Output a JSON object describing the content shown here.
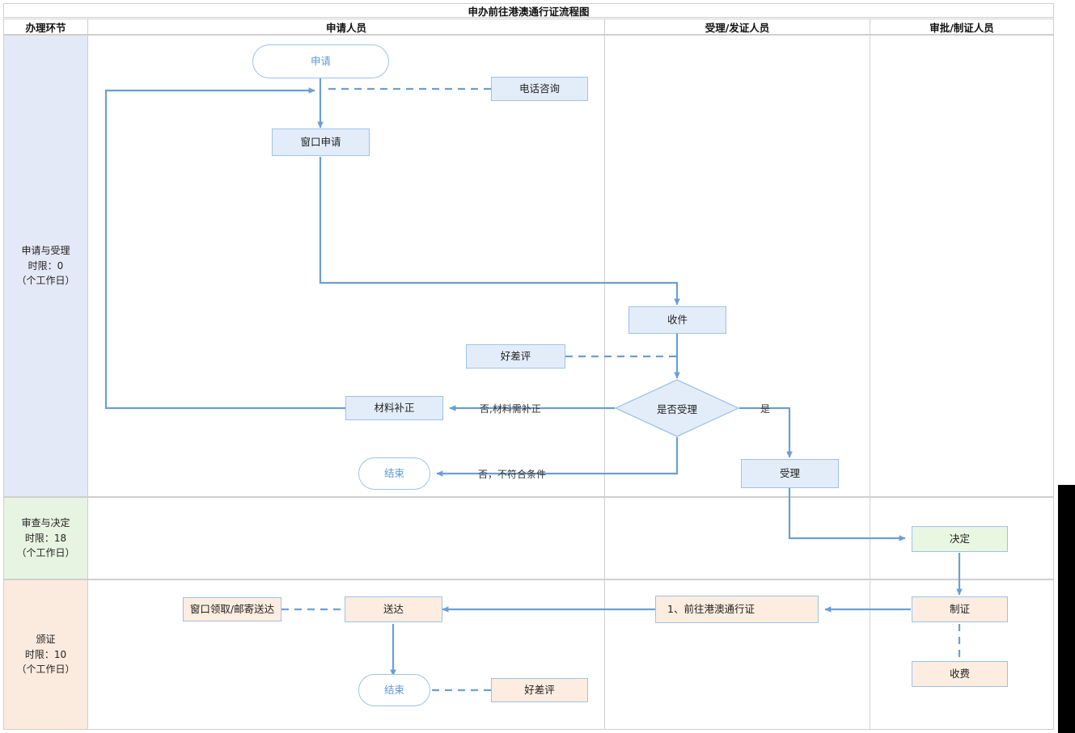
{
  "title": "申办前往港澳通行证流程图",
  "columns": [
    {
      "key": "stage",
      "label": "办理环节"
    },
    {
      "key": "applicant",
      "label": "申请人员"
    },
    {
      "key": "acceptor",
      "label": "受理/发证人员"
    },
    {
      "key": "approver",
      "label": "审批/制证人员"
    }
  ],
  "stages": [
    {
      "name": "申请与受理",
      "limit": "时限：0",
      "unit": "（个工作日）",
      "color": "#e4e9f7"
    },
    {
      "name": "审查与决定",
      "limit": "时限：18",
      "unit": "（个工作日）",
      "color": "#e7f4e2"
    },
    {
      "name": "颁证",
      "limit": "时限：10",
      "unit": "（个工作日）",
      "color": "#fbeade"
    }
  ],
  "nodes": {
    "start_apply": "申请",
    "phone_consult": "电话咨询",
    "window_apply": "窗口申请",
    "receive": "收件",
    "review_rating_1": "好差评",
    "decision_accept": "是否受理",
    "material_fix": "材料补正",
    "end_1": "结束",
    "accept": "受理",
    "decide": "决定",
    "make_cert": "制证",
    "charge": "收费",
    "deliver_item": "1、前往港澳通行证",
    "deliver": "送达",
    "window_pickup": "窗口领取/邮寄送达",
    "end_2": "结束",
    "review_rating_2": "好差评"
  },
  "edge_labels": {
    "no_need_fix": "否,材料需补正",
    "yes": "是",
    "no_not_qualified": "否，不符合条件"
  },
  "colors": {
    "node_blue_fill": "#e3edfa",
    "node_peach_fill": "#fcede0",
    "node_green_fill": "#e8f6e2",
    "node_border": "#9dc3e6",
    "connector": "#6b9fd4",
    "stage1_fill": "#e4e9f7",
    "stage2_fill": "#e7f4e2",
    "stage3_fill": "#fbeade",
    "table_border": "#cfcfcf",
    "round_text": "#5b9bd5"
  }
}
